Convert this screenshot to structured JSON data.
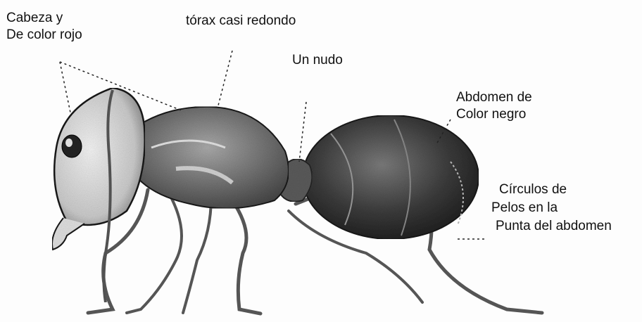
{
  "diagram": {
    "labels": {
      "head_line1": "Cabeza y",
      "head_line2": "De color rojo",
      "thorax": "tórax  casi redondo",
      "node": "Un nudo",
      "abdomen_line1": "Abdomen de",
      "abdomen_line2": "Color negro",
      "circles_line1": "Círculos de",
      "circles_line2": "Pelos en la",
      "circles_line3": "Punta del abdomen"
    },
    "colors": {
      "ink": "#1a1a1a",
      "body_dark": "#2b2b2b",
      "body_mid": "#6d6d6d",
      "body_light": "#b8b8b8"
    }
  }
}
